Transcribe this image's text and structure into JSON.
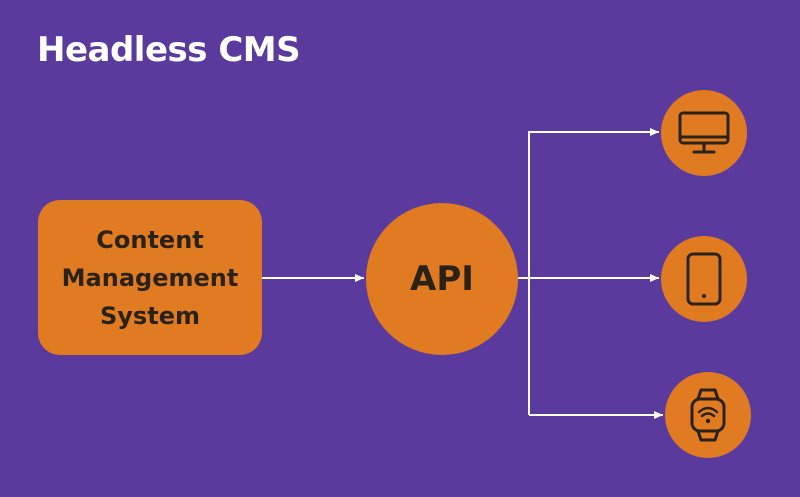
{
  "title": "Headless CMS",
  "cms": {
    "lines": [
      "Content",
      "Management",
      "System"
    ]
  },
  "api": {
    "label": "API"
  },
  "devices": [
    {
      "icon": "desktop-monitor-icon"
    },
    {
      "icon": "tablet-icon"
    },
    {
      "icon": "smartwatch-icon"
    }
  ],
  "colors": {
    "background": "#5b3a9e",
    "node_fill": "#e07b22",
    "node_text": "#2b2217",
    "connector": "#ffffff",
    "title_text": "#ffffff"
  }
}
